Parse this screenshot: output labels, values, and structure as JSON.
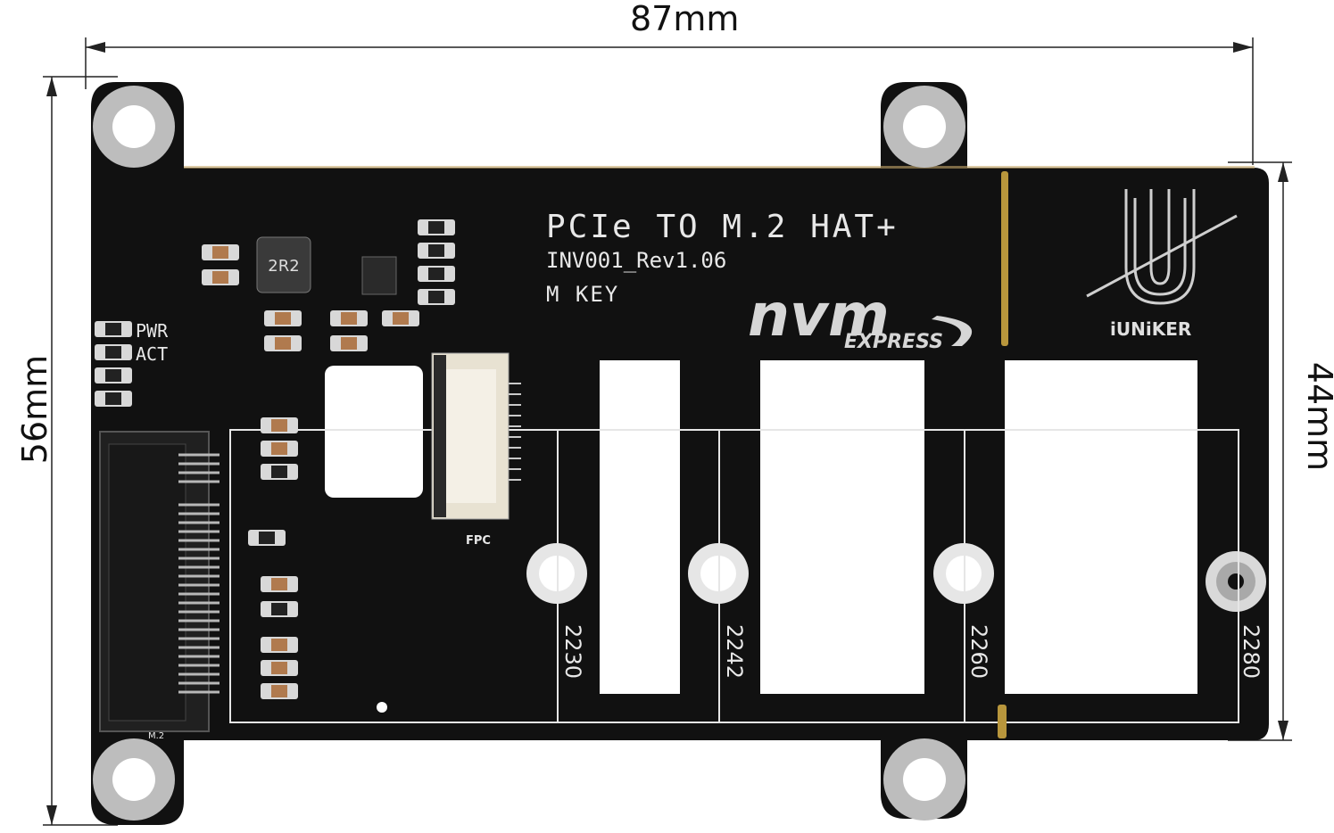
{
  "dimensions": {
    "width_label": "87mm",
    "height_label": "56mm",
    "inner_height_label": "44mm"
  },
  "board": {
    "title": "PCIe TO M.2 HAT+",
    "revision": "INV001_Rev1.06",
    "key": "M KEY",
    "nvme_logo_main": "nvm",
    "nvme_logo_sub": "EXPRESS",
    "brand": "iUNiKER",
    "inductor_label": "2R2",
    "pwr_label": "PWR",
    "act_label": "ACT",
    "fpc_label": "FPC",
    "slot_label": "M.2",
    "sizes": [
      "2230",
      "2242",
      "2260",
      "2280"
    ]
  },
  "colors": {
    "pcb": "#111111",
    "silk": "#e8e8e8",
    "pad": "#c9c9c9",
    "copper": "#b07a4e"
  }
}
